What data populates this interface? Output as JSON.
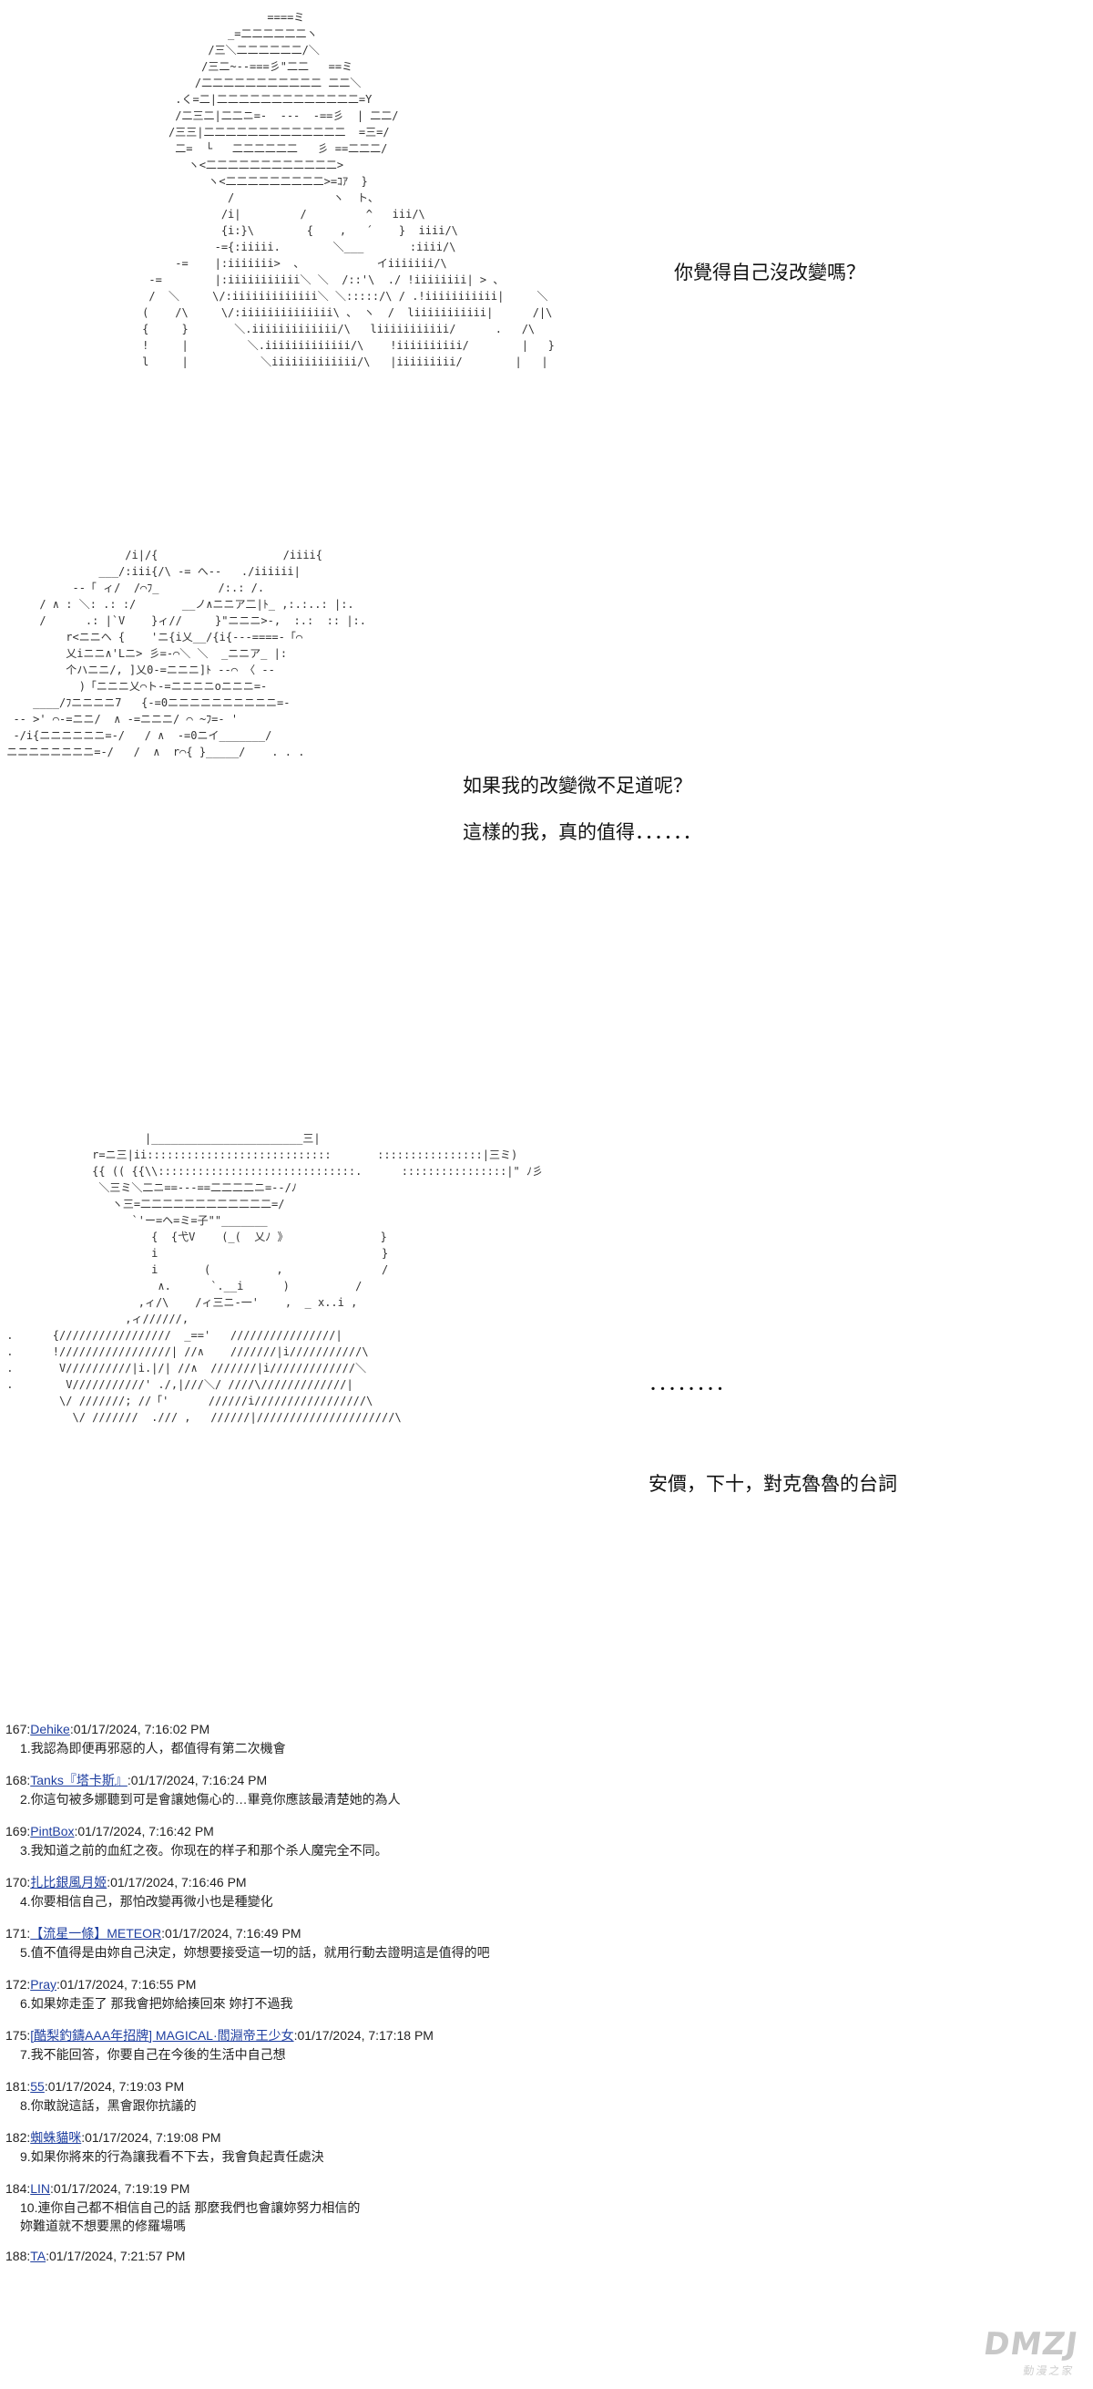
{
  "panels": [
    {
      "dialog": [
        "你覺得自己沒改變嗎？"
      ]
    },
    {
      "dialog": [
        "如果我的改變微不足道呢？",
        "這樣的我，真的值得．．．．．．"
      ]
    },
    {
      "dialog": [
        "．．．．．．．．",
        "安價，下十，對克魯魯的台詞"
      ]
    }
  ],
  "comments": [
    {
      "num": "167:",
      "user": "Dehike",
      "ts": ":01/17/2024, 7:16:02 PM",
      "idx": "1.",
      "text": "我認為即便再邪惡的人，都值得有第二次機會"
    },
    {
      "num": "168:",
      "user": "Tanks『塔卡斯』",
      "ts": ":01/17/2024, 7:16:24 PM",
      "idx": "2.",
      "text": "你這句被多娜聽到可是會讓她傷心的…畢竟你應該最清楚她的為人"
    },
    {
      "num": "169:",
      "user": "PintBox",
      "ts": ":01/17/2024, 7:16:42 PM",
      "idx": "3.",
      "text": "我知道之前的血紅之夜。你现在的样子和那个杀人魔完全不同。"
    },
    {
      "num": "170:",
      "user": "扎比銀風月姬",
      "ts": ":01/17/2024, 7:16:46 PM",
      "idx": "4.",
      "text": "你要相信自己，那怕改變再微小也是種變化"
    },
    {
      "num": "171:",
      "user": "【流星一條】METEOR",
      "ts": ":01/17/2024, 7:16:49 PM",
      "idx": "5.",
      "text": "值不值得是由妳自己決定，妳想要接受這一切的話，就用行動去證明這是值得的吧"
    },
    {
      "num": "172:",
      "user": "Pray",
      "ts": ":01/17/2024, 7:16:55 PM",
      "idx": "6.",
      "text": "如果妳走歪了 那我會把妳給揍回來 妳打不過我"
    },
    {
      "num": "175:",
      "user": "[酷梨釣鑄AAA年招牌] MAGICAL·閻淵帝王少女",
      "ts": ":01/17/2024, 7:17:18 PM",
      "idx": "7.",
      "text": "我不能回答，你要自己在今後的生活中自己想"
    },
    {
      "num": "181:",
      "user": "55",
      "ts": ":01/17/2024, 7:19:03 PM",
      "idx": "8.",
      "text": "你敢說這話，黑會跟你抗議的"
    },
    {
      "num": "182:",
      "user": "蜘蛛貓咪",
      "ts": ":01/17/2024, 7:19:08 PM",
      "idx": "9.",
      "text": "如果你將來的行為讓我看不下去，我會負起責任處決"
    },
    {
      "num": "184:",
      "user": "LIN",
      "ts": ":01/17/2024, 7:19:19 PM",
      "idx": "10.",
      "text": "連你自己都不相信自己的話 那麼我們也會讓妳努力相信的\n妳難道就不想要黑的修羅場嗎"
    },
    {
      "num": "188:",
      "user": "TA",
      "ts": ":01/17/2024, 7:21:57 PM",
      "idx": "",
      "text": ""
    }
  ],
  "watermark": {
    "brand": "DMZJ",
    "sub": "動漫之家"
  }
}
